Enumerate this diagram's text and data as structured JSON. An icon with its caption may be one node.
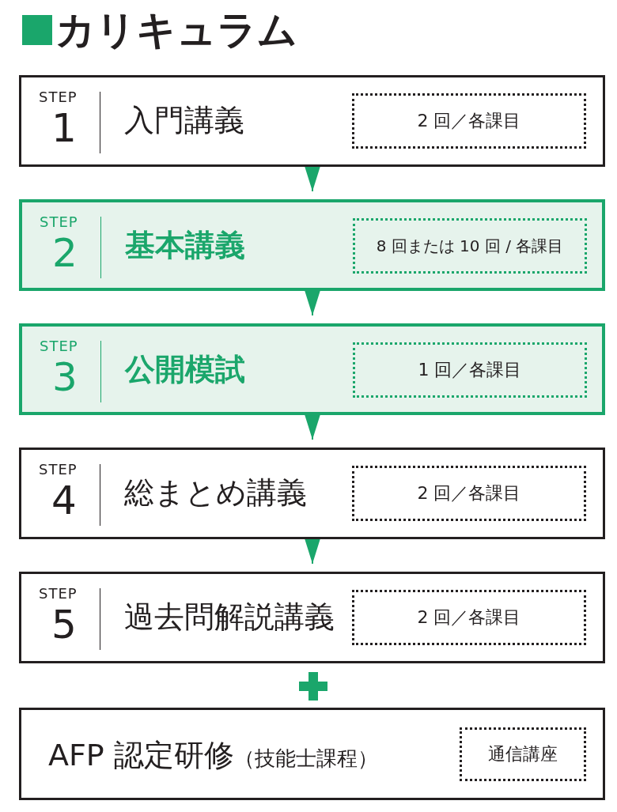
{
  "diagram": {
    "title": "カリキュラム",
    "nodes": [
      {
        "text": [
          "STEP",
          "1",
          "入門講義"
        ]
      },
      {
        "text": [
          "2 回／各課目"
        ],
        "in": 0
      },
      {
        "text": [
          "STEP",
          "2",
          "基本講義"
        ]
      },
      {
        "text": [
          "8 回または 10 回 / 各課目"
        ],
        "in": 2
      },
      {
        "text": [
          "STEP",
          "3",
          "公開模試"
        ]
      },
      {
        "text": [
          "1 回／各課目"
        ],
        "in": 4
      },
      {
        "text": [
          "STEP",
          "4",
          "総まとめ講義"
        ]
      },
      {
        "text": [
          "2 回／各課目"
        ],
        "in": 6
      },
      {
        "text": [
          "STEP",
          "5",
          "過去問解説講義"
        ]
      },
      {
        "text": [
          "2 回／各課目"
        ],
        "in": 8
      },
      {
        "text": [
          "AFP 認定研修",
          "（技能士課程）"
        ]
      },
      {
        "text": [
          "通信講座"
        ],
        "in": 10
      }
    ],
    "edges": [
      {
        "from": 0,
        "to": 2,
        "arrow": "to"
      },
      {
        "from": 2,
        "to": 4,
        "arrow": "to"
      },
      {
        "from": 4,
        "to": 6,
        "arrow": "to"
      },
      {
        "from": 6,
        "to": 8,
        "arrow": "to"
      }
    ]
  }
}
